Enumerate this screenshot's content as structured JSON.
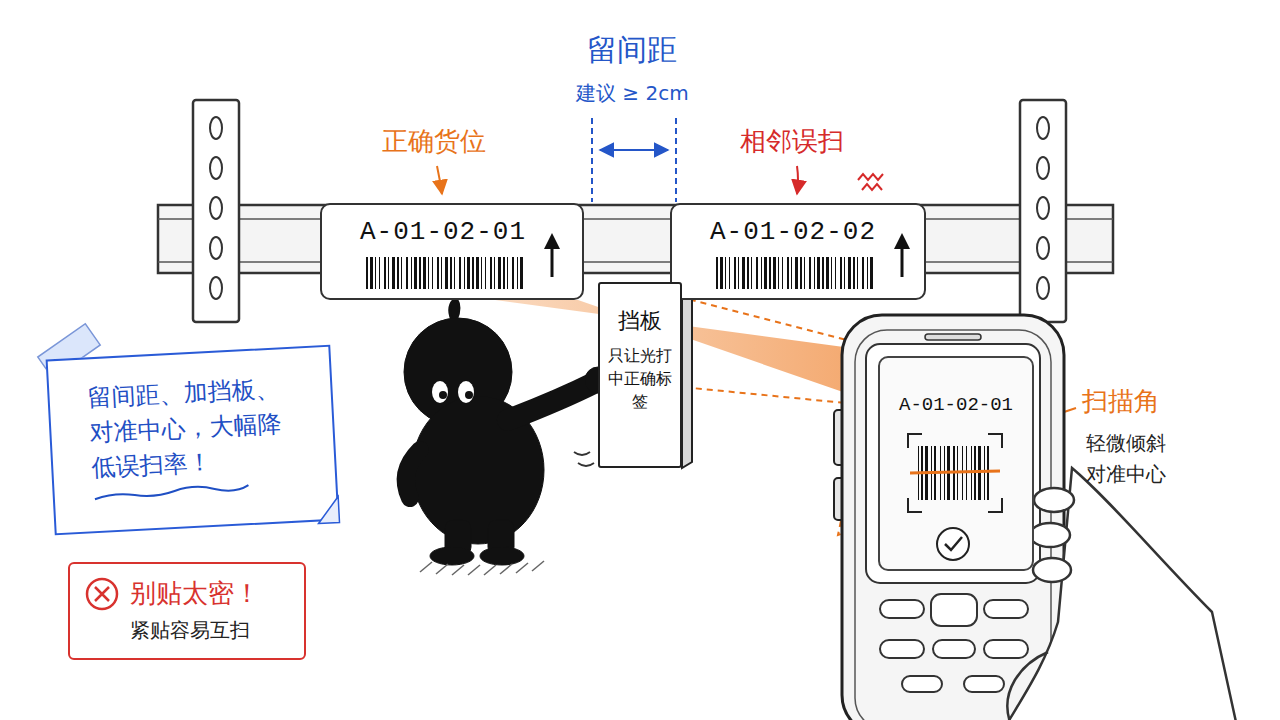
{
  "diagram": {
    "nodes": [
      {
        "text": [
          "A-01-02-01"
        ]
      },
      {
        "text": [
          "A-01-02-02"
        ]
      },
      {
        "text": [
          "挡板",
          "只让光打中正确标签"
        ]
      },
      {
        "text": [
          "A-01-02-01"
        ]
      },
      {
        "text": [
          "留间距、加挡板、对准中心，大幅降低误扫率！"
        ]
      },
      {
        "text": [
          "别贴太密！",
          "紧贴容易互扫"
        ]
      }
    ],
    "labels": [
      "留间距",
      "建议 ≥ 2cm",
      "正确货位",
      "相邻误扫",
      "扫描角",
      "轻微倾斜 对准中心"
    ]
  }
}
